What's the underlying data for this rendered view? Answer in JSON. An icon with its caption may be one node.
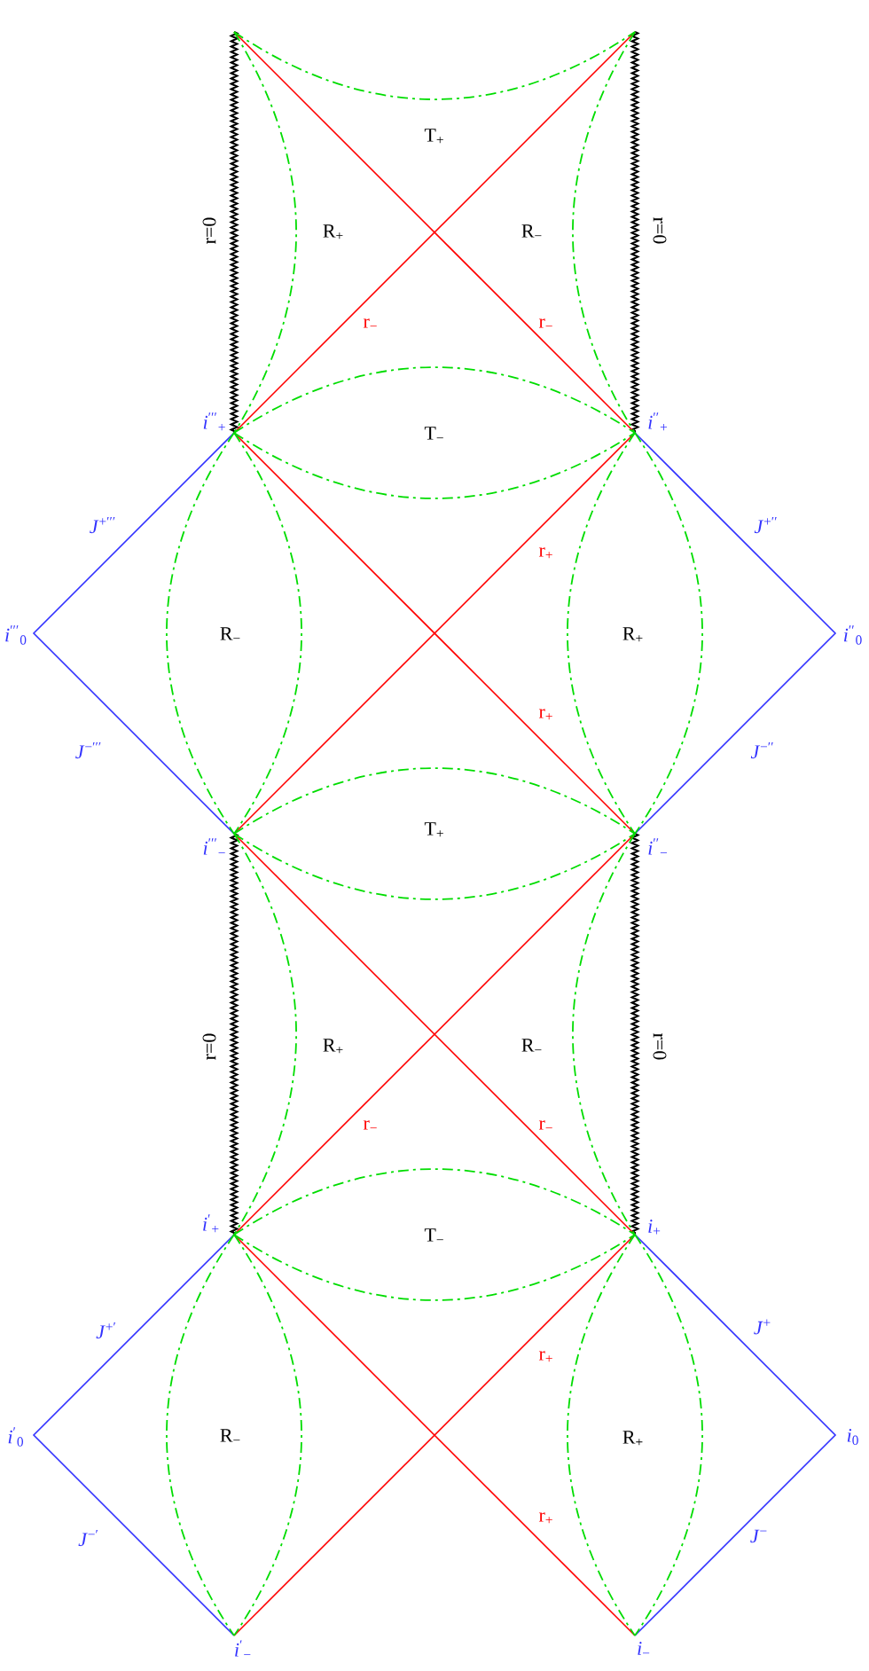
{
  "diagram": {
    "labels": [
      "T$_{+}$",
      "r=0",
      "R$_{+}$",
      "R$_{−}$",
      "r=0",
      "r$_{−}$",
      "r$_{−}$",
      "*i*$^{′′′}$$_{+}$",
      "T$_{−}$",
      "*i*$^{′′}$$_{+}$",
      "*J*$^{+′′′}$",
      "*J*$^{+′′}$",
      "r$_{+}$",
      "*i*$^{′′′}$$_{0}$",
      "R$_{−}$",
      "R$_{+}$",
      "*i*$^{′′}$$_{0}$",
      "r$_{+}$",
      "*J*$^{−′′′}$",
      "*J*$^{−′′}$",
      "*i*$^{′′′}$$_{−}$",
      "T$_{+}$",
      "*i*$^{′′}$$_{−}$",
      "r=0",
      "R$_{+}$",
      "R$_{−}$",
      "r=0",
      "r$_{−}$",
      "r$_{−}$",
      "*i*$^{′}$$_{+}$",
      "T$_{−}$",
      "*i*$_{+}$",
      "*J*$^{+′}$",
      "*J*$^{+}$",
      "r$_{+}$",
      "*i*$^{′}$$_{0}$",
      "R$_{−}$",
      "R$_{+}$",
      "*i*$_{0}$",
      "r$_{+}$",
      "*J*$^{−′}$",
      "*J*$^{−}$",
      "*i*$^{′}$$_{−}$",
      "*i*$_{−}$"
    ]
  }
}
